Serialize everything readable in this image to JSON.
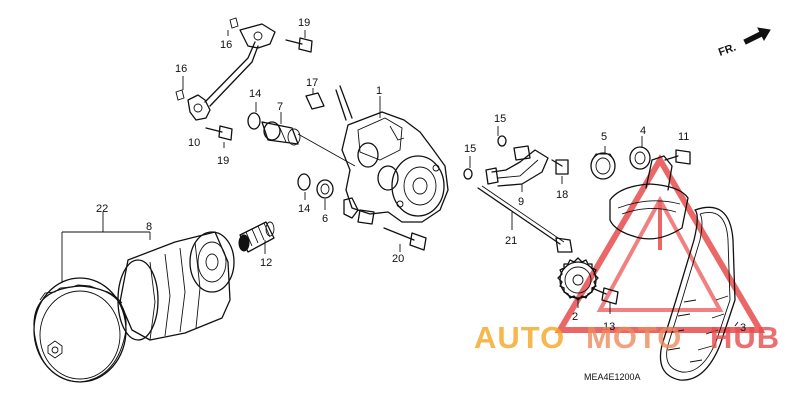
{
  "diagram": {
    "part_labels": [
      "1",
      "2",
      "3",
      "4",
      "5",
      "6",
      "7",
      "8",
      "9",
      "10",
      "11",
      "12",
      "13",
      "14",
      "14",
      "15",
      "15",
      "16",
      "16",
      "17",
      "18",
      "19",
      "19",
      "20",
      "21",
      "22"
    ],
    "direction_mark": "FR.",
    "diagram_code": "MEA4E1200A"
  },
  "watermark": {
    "part1": "AUTO",
    "part2": "MOTO",
    "part3": "HUB",
    "colors": {
      "orange": "#f5a623",
      "red": "#e84c4c"
    }
  }
}
